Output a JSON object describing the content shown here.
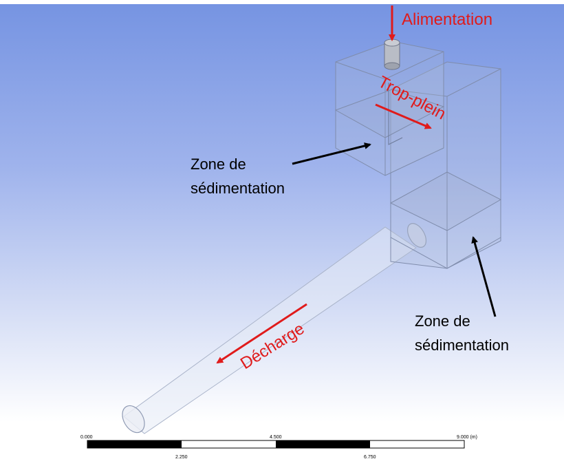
{
  "labels": {
    "feed": "Alimentation",
    "overflow": "Trop-plein",
    "discharge": "Décharge",
    "zone1_line1": "Zone de",
    "zone1_line2": "sédimentation",
    "zone2_line1": "Zone de",
    "zone2_line2": "sédimentation"
  },
  "scale_bar": {
    "top_ticks": [
      "0.000",
      "4.500",
      "9.000 (m)"
    ],
    "bottom_ticks": [
      "2.250",
      "6.750"
    ]
  },
  "colors": {
    "annotation": "#e01b1b",
    "pointer": "#000000",
    "geometry_stroke": "#7f8cab"
  }
}
